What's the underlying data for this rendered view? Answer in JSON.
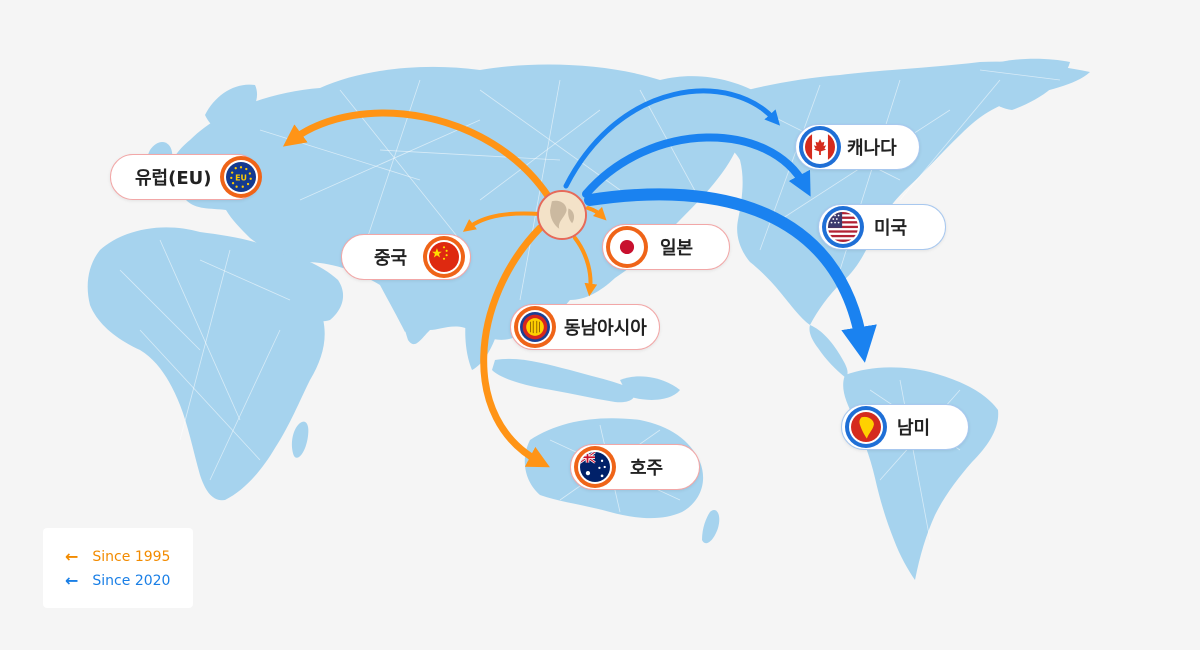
{
  "regions": {
    "eu": {
      "label": "유럽(EU)",
      "badge_text": "EU",
      "icon": "eu-flag-icon",
      "group": "orange"
    },
    "china": {
      "label": "중국",
      "icon": "china-flag-icon",
      "group": "orange"
    },
    "japan": {
      "label": "일본",
      "icon": "japan-flag-icon",
      "group": "orange"
    },
    "sea": {
      "label": "동남아시아",
      "icon": "asean-emblem-icon",
      "group": "orange"
    },
    "australia": {
      "label": "호주",
      "icon": "australia-flag-icon",
      "group": "orange"
    },
    "canada": {
      "label": "캐나다",
      "icon": "canada-flag-icon",
      "group": "blue"
    },
    "usa": {
      "label": "미국",
      "icon": "usa-flag-icon",
      "group": "blue"
    },
    "south_america": {
      "label": "남미",
      "icon": "south-america-map-icon",
      "group": "blue"
    }
  },
  "legend": {
    "items": [
      {
        "label": "Since 1995",
        "arrow": "←",
        "color": "#f28b00"
      },
      {
        "label": "Since 2020",
        "arrow": "←",
        "color": "#1a7fe6"
      }
    ]
  },
  "colors": {
    "orange_route": "#ff9416",
    "blue_route": "#1a82f0",
    "land": "#a6d3ee",
    "background": "#f5f5f5"
  }
}
